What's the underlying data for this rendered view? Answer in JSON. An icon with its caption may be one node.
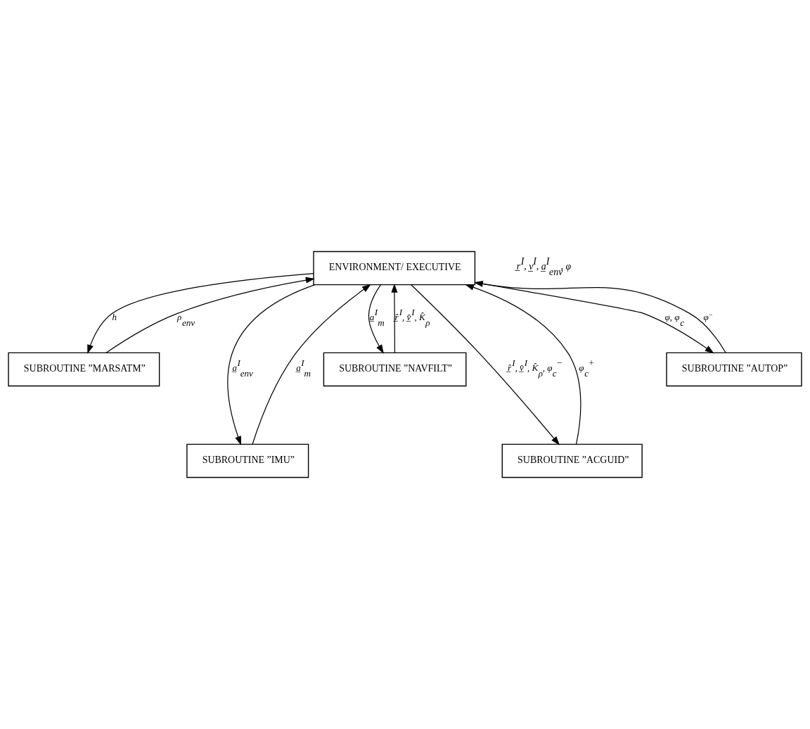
{
  "diagram": {
    "nodes": [
      {
        "text": [
          "ENVIRONMENT/ EXECUTIVE"
        ]
      },
      {
        "text": [
          "SUBROUTINE ”MARSATM”"
        ]
      },
      {
        "text": [
          "SUBROUTINE ”IMU”"
        ]
      },
      {
        "text": [
          "SUBROUTINE ”NAVFILT”"
        ]
      },
      {
        "text": [
          "SUBROUTINE ”ACGUID”"
        ]
      },
      {
        "text": [
          "SUBROUTINE ”AUTOP”"
        ]
      }
    ],
    "edges": [
      {
        "from": 0,
        "to": 1,
        "arrow": "to",
        "label": "h"
      },
      {
        "from": 1,
        "to": 0,
        "arrow": "to",
        "label": "ρ$_{env}$"
      },
      {
        "from": 0,
        "to": 2,
        "arrow": "to",
        "label": "a̲$^{I}$$_{env}$"
      },
      {
        "from": 2,
        "to": 0,
        "arrow": "to",
        "label": "a̲$^{I}$$_{m}$"
      },
      {
        "from": 0,
        "to": 3,
        "arrow": "to",
        "label": "a̲$^{I}$$_{m}$"
      },
      {
        "from": 3,
        "to": 0,
        "arrow": "to",
        "label": "r̲̂$^{I}$, v̲̂$^{I}$, K̂$_{ρ}$"
      },
      {
        "from": 0,
        "to": 4,
        "arrow": "to",
        "label": "r̲̂$^{I}$, v̲̂$^{I}$, K̂$_{ρ}$, φ$_{c}$$^{−}$"
      },
      {
        "from": 4,
        "to": 0,
        "arrow": "to",
        "label": "φ$_{c}$$^{+}$"
      },
      {
        "from": 0,
        "to": 5,
        "arrow": "to",
        "label": "φ, φ$_{c}$"
      },
      {
        "from": 5,
        "to": 0,
        "arrow": "to",
        "label": "φ̈"
      }
    ],
    "labels": [
      "r̲$^{I}$, v̲$^{I}$, a̲$^{I}$$_{env}$, φ"
    ]
  }
}
